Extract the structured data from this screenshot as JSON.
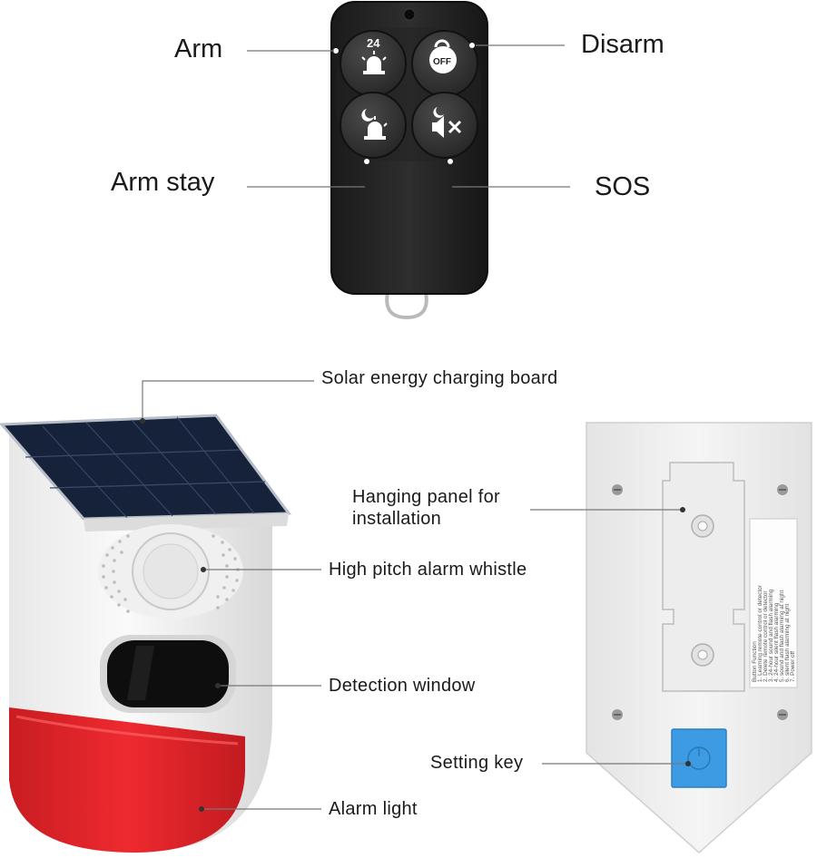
{
  "remote": {
    "labels": {
      "arm": "Arm",
      "disarm": "Disarm",
      "arm_stay": "Arm stay",
      "sos": "SOS"
    },
    "buttons": [
      {
        "name": "arm-button",
        "icon": "siren-24h-icon",
        "text": "24"
      },
      {
        "name": "disarm-button",
        "icon": "unlock-off-icon",
        "text": "OFF"
      },
      {
        "name": "arm-stay-button",
        "icon": "moon-siren-icon"
      },
      {
        "name": "sos-button",
        "icon": "moon-mute-icon"
      }
    ]
  },
  "sensor": {
    "labels": {
      "solar": "Solar energy charging board",
      "whistle": "High pitch alarm whistle",
      "detection": "Detection window",
      "alarm_light": "Alarm light"
    },
    "colors": {
      "alarm_light": "#e4252b",
      "solar_panel": "#1e2d48",
      "body": "#f4f4f4"
    }
  },
  "back_panel": {
    "labels": {
      "hanging_line1": "Hanging panel for",
      "hanging_line2": "installation",
      "setting_key": "Setting key"
    },
    "sticker_title": "Button Function",
    "sticker_lines": [
      "1. Learning remote control or detector",
      "2. Delete remote control or detector",
      "3. 24-hour sound and flash alarming",
      "4. 24-hour silent flash alarming",
      "5. sound and flash alarming at night",
      "6. silent flash alarming at night",
      "7. Power off"
    ],
    "colors": {
      "setting_key": "#3d9be4"
    }
  }
}
